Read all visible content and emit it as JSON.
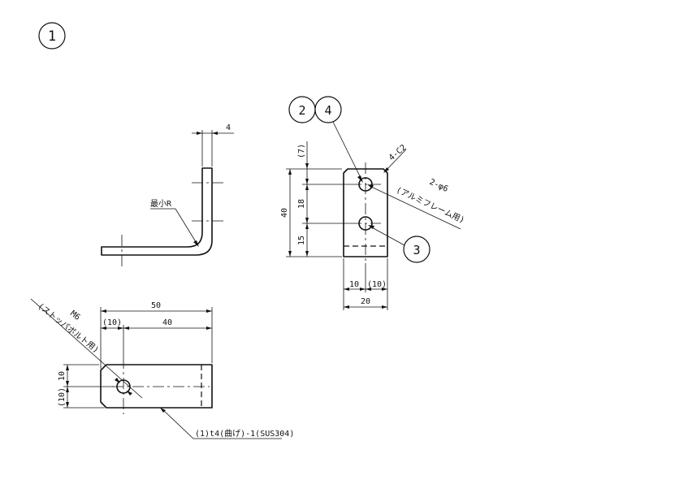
{
  "balloons": {
    "detail": "1",
    "ref_a": "2",
    "ref_b": "4",
    "ref_c": "3"
  },
  "side_view": {
    "thickness": "4",
    "min_radius": "最小R"
  },
  "front_view": {
    "chamfer": "4-C2",
    "holes_line1": "2-φ6",
    "holes_line2": "(アルミフレーム用)",
    "height_total": "40",
    "pitch_top": "(7)",
    "pitch_mid": "18",
    "pitch_bottom": "15",
    "width_left": "10",
    "width_right": "(10)",
    "width_total": "20"
  },
  "plan_view": {
    "length_total": "50",
    "offset": "(10)",
    "length_rest": "40",
    "hole_line1": "M6",
    "hole_line2": "(ストッパボルト用)",
    "height_top": "10",
    "height_bottom": "(10)",
    "part_note": "(1)t4(曲げ)-1(SUS304)"
  }
}
